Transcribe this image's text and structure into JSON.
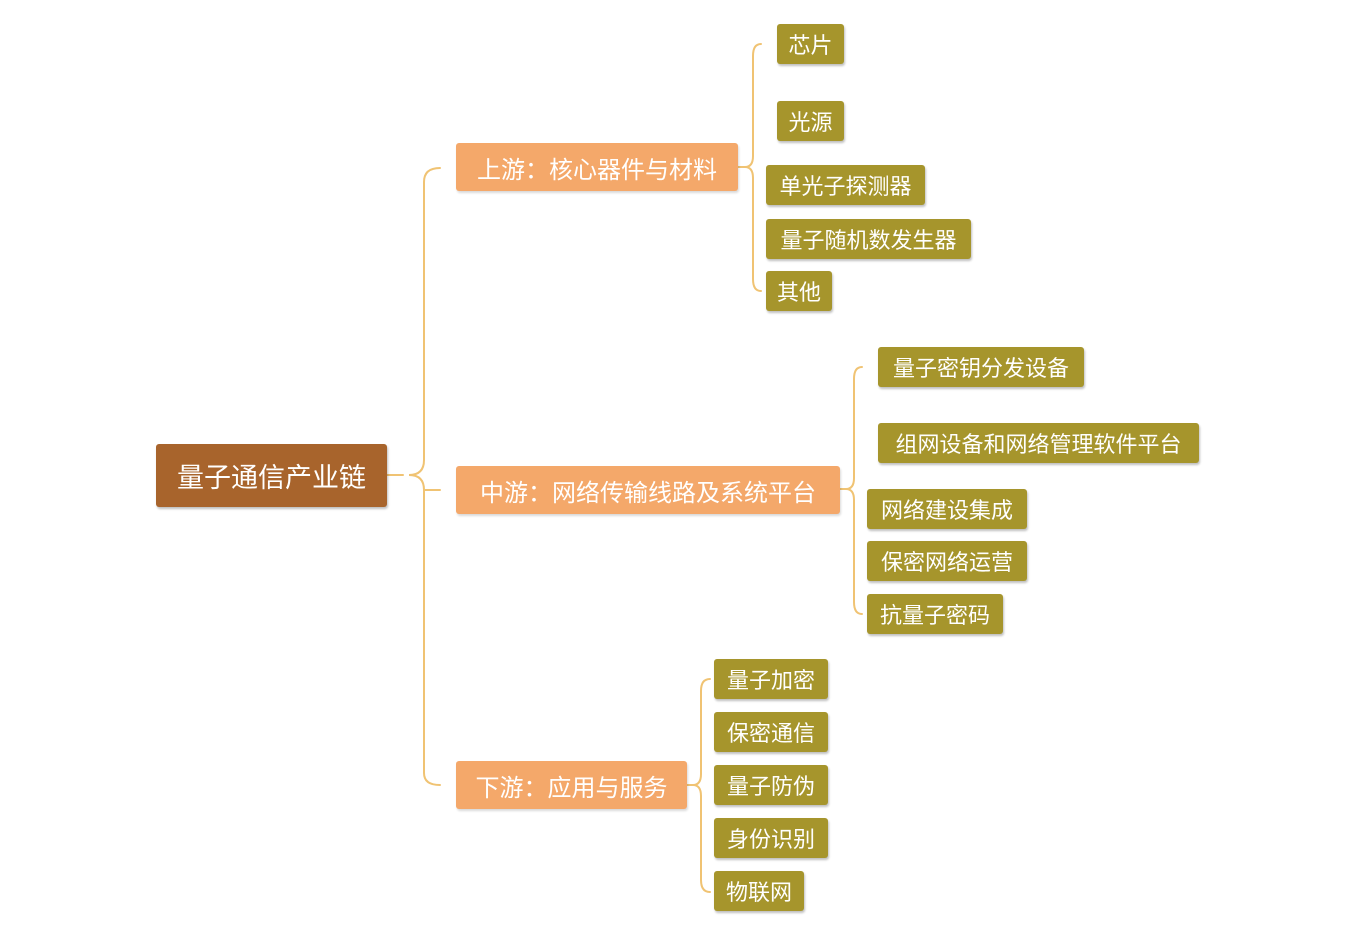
{
  "root": {
    "label": "量子通信产业链"
  },
  "branches": [
    {
      "label": "上游：核心器件与材料",
      "children": [
        "芯片",
        "光源",
        "单光子探测器",
        "量子随机数发生器",
        "其他"
      ]
    },
    {
      "label": "中游：网络传输线路及系统平台",
      "children": [
        "量子密钥分发设备",
        "组网设备和网络管理软件平台",
        "网络建设集成",
        "保密网络运营",
        "抗量子密码"
      ]
    },
    {
      "label": "下游：应用与服务",
      "children": [
        "量子加密",
        "保密通信",
        "量子防伪",
        "身份识别",
        "物联网"
      ]
    }
  ],
  "colors": {
    "root": "#a8642c",
    "branch": "#f4a86a",
    "leaf": "#a6952c",
    "connector": "#f0c373"
  }
}
